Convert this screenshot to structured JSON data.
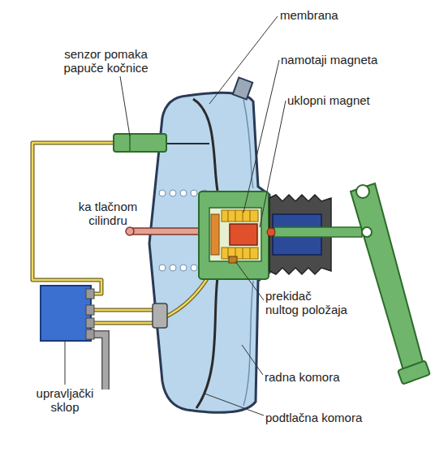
{
  "diagram": {
    "labels": [
      "senzor pomaka papuče kočnice",
      "membrana",
      "namotaji magneta",
      "uklopni magnet",
      "ka tlačnom cilindru",
      "prekidač nultog položaja",
      "radna komora",
      "podtlačna komora",
      "upravljački sklop"
    ]
  }
}
